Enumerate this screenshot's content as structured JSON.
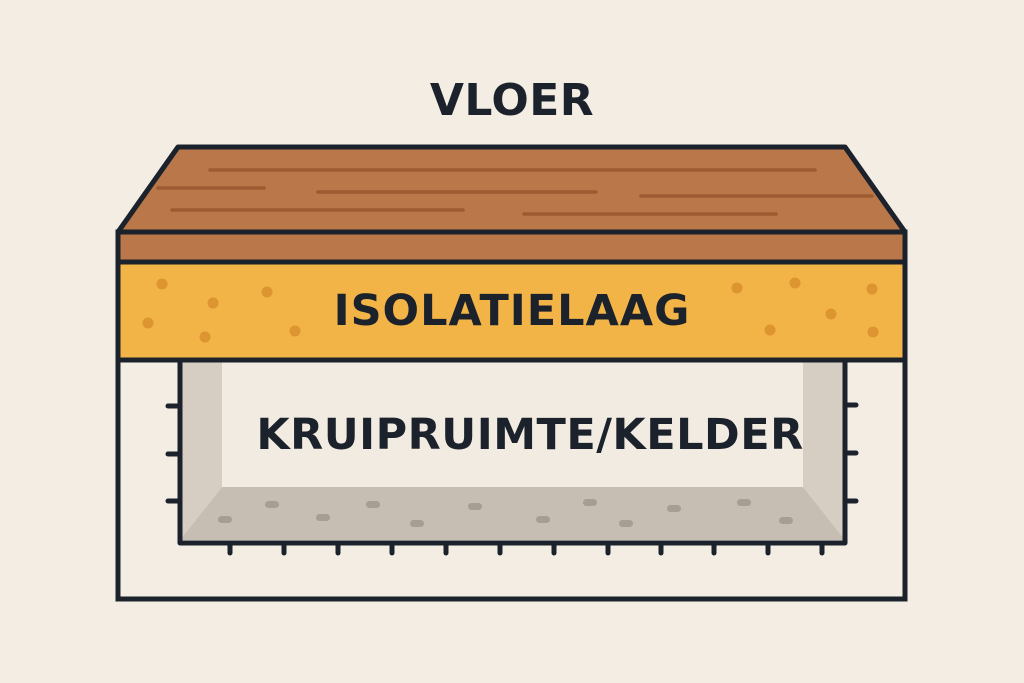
{
  "title": "VLOER",
  "layers": {
    "floor": {
      "label": "VLOER",
      "color": "#b9774a",
      "grain_color": "#9e5a30"
    },
    "insulation": {
      "label": "ISOLATIELAAG",
      "color": "#f2b347",
      "dot_color": "#dc9530"
    },
    "crawlspace": {
      "label": "KRUIPRUIMTE/KELDER",
      "wall_color": "#d6cec3",
      "floor_color": "#c6beb2",
      "pebble_color": "#a69e92"
    }
  },
  "colors": {
    "background": "#f3ede4",
    "outline": "#1b222b",
    "text": "#1b222b"
  }
}
